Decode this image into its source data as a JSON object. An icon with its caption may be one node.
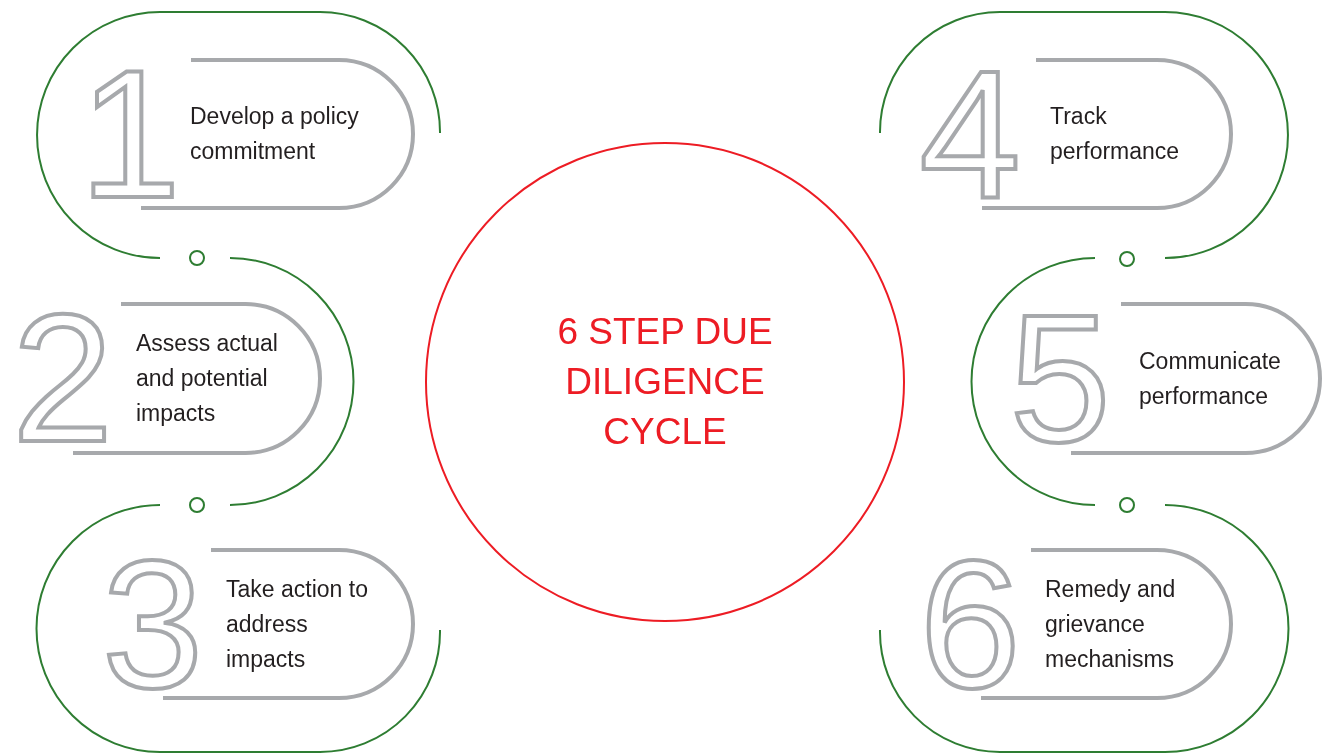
{
  "diagram": {
    "nodes": [
      {
        "text": [
          "1",
          "Develop a policy commitment"
        ]
      },
      {
        "text": [
          "2",
          "Assess actual and potential impacts"
        ]
      },
      {
        "text": [
          "3",
          "Take action to address impacts"
        ]
      },
      {
        "text": [
          "4",
          "Track performance"
        ]
      },
      {
        "text": [
          "5",
          "Communicate performance"
        ]
      },
      {
        "text": [
          "6",
          "Remedy and grievance mechanisms"
        ]
      },
      {
        "text": [
          "6 STEP DUE DILIGENCE CYCLE"
        ]
      }
    ]
  }
}
